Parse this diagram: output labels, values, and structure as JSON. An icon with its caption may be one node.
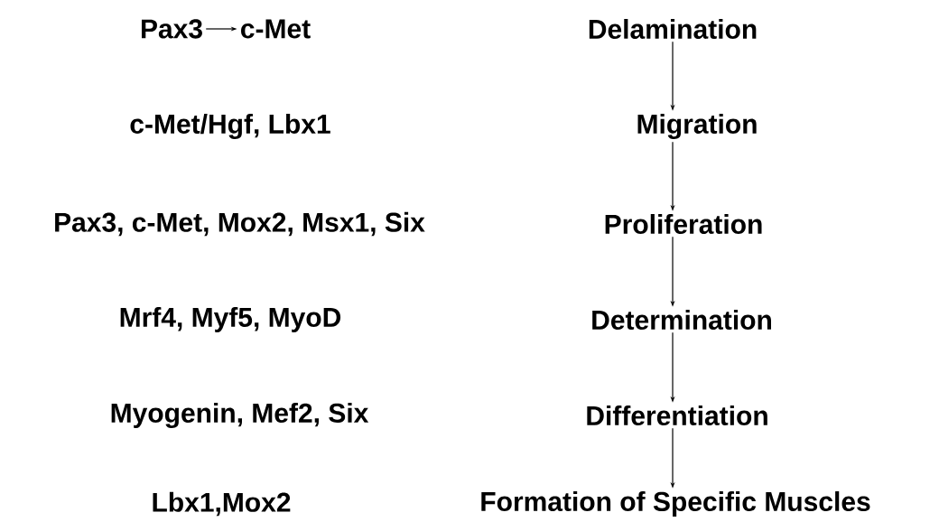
{
  "diagram": {
    "nodes": [
      {
        "text": [
          "Pax3"
        ]
      },
      {
        "text": [
          "c-Met"
        ]
      },
      {
        "text": [
          "Delamination"
        ]
      },
      {
        "text": [
          "Migration"
        ]
      },
      {
        "text": [
          "Proliferation"
        ]
      },
      {
        "text": [
          "Determination"
        ]
      },
      {
        "text": [
          "Differentiation"
        ]
      },
      {
        "text": [
          "Formation of Specific Muscles"
        ]
      }
    ],
    "edges": [
      {
        "from": 0,
        "to": 1,
        "arrow": "to"
      },
      {
        "from": 2,
        "to": 3,
        "arrow": "to"
      },
      {
        "from": 3,
        "to": 4,
        "arrow": "to"
      },
      {
        "from": 4,
        "to": 5,
        "arrow": "to"
      },
      {
        "from": 5,
        "to": 6,
        "arrow": "to"
      },
      {
        "from": 6,
        "to": 7,
        "arrow": "to"
      }
    ],
    "labels": [
      "c-Met/Hgf, Lbx1",
      "Pax3, c-Met, Mox2, Msx1, Six",
      "Mrf4, Myf5, MyoD",
      "Myogenin, Mef2, Six",
      "Lbx1,Mox2"
    ]
  }
}
